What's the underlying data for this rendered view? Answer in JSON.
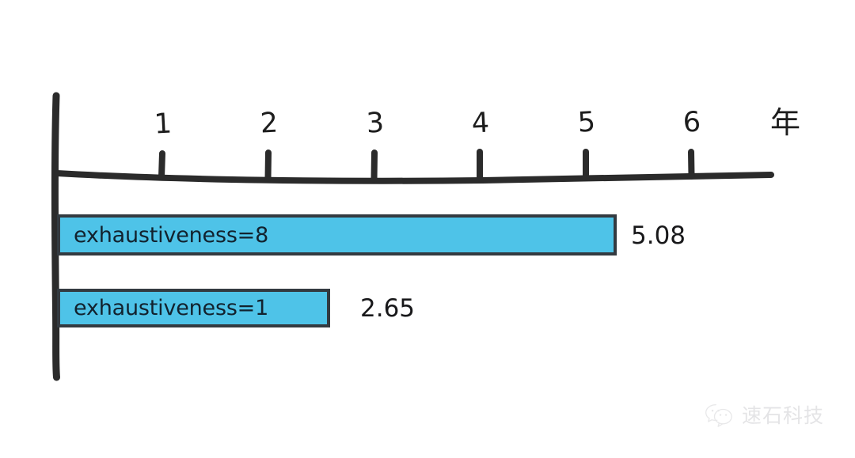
{
  "chart_data": {
    "type": "bar",
    "orientation": "horizontal",
    "title": "",
    "xlabel": "年",
    "ylabel": "",
    "xlim": [
      0,
      6.75
    ],
    "grid": false,
    "legend": null,
    "x_ticks": [
      "1",
      "2",
      "3",
      "4",
      "5",
      "6"
    ],
    "x_tick_values": [
      1,
      2,
      3,
      4,
      5,
      6
    ],
    "categories": [
      "exhaustiveness=8",
      "exhaustiveness=1"
    ],
    "values": [
      5.08,
      2.65
    ],
    "value_labels": [
      "5.08",
      "2.65"
    ],
    "bars": [
      {
        "label": "exhaustiveness=8",
        "value": 5.08,
        "value_label": "5.08",
        "color": "#4ec3e8",
        "border_color": "#333a40"
      },
      {
        "label": "exhaustiveness=1",
        "value": 2.65,
        "value_label": "2.65",
        "color": "#4ec3e8",
        "border_color": "#333a40"
      }
    ]
  },
  "axis": {
    "unit_label": "年",
    "line_color": "#2b2b2b",
    "tick_labels": [
      "1",
      "2",
      "3",
      "4",
      "5",
      "6"
    ]
  },
  "watermark": {
    "text": "速石科技",
    "icon": "wechat-icon",
    "color": "#a8a8ad"
  },
  "colors": {
    "background": "#ffffff",
    "bar_fill": "#4ec3e8",
    "bar_stroke": "#333a40",
    "ink": "#2b2b2b",
    "text": "#18181a"
  }
}
